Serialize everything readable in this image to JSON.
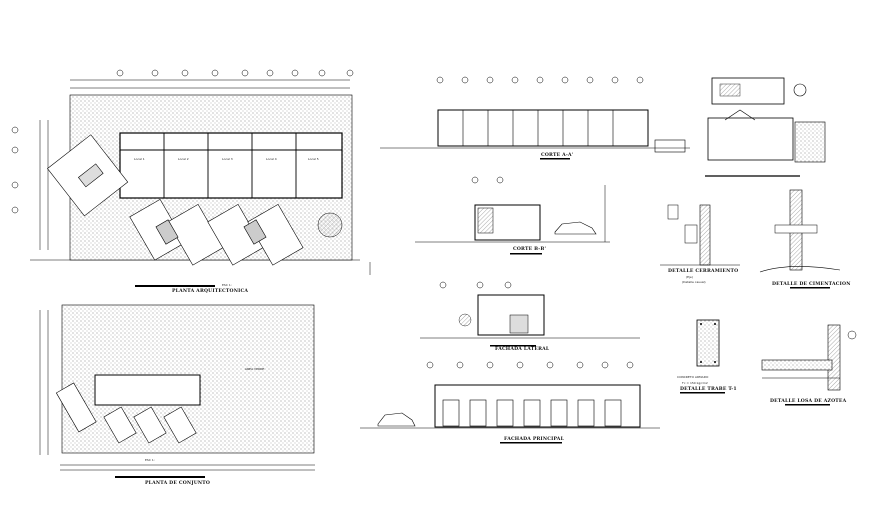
{
  "drawings": [
    {
      "id": "plan-top",
      "title": "PLANTA ARQUITECTONICA",
      "scale": "ESC 1:"
    },
    {
      "id": "plan-site",
      "title": "PLANTA DE CONJUNTO",
      "scale": "ESC 1:"
    },
    {
      "id": "section-aa",
      "title": "CORTE A-A'",
      "scale": ""
    },
    {
      "id": "section-bb",
      "title": "CORTE B-B'",
      "scale": ""
    },
    {
      "id": "facade-side",
      "title": "FACHADA LATERAL",
      "scale": ""
    },
    {
      "id": "facade-main",
      "title": "FACHADA PRINCIPAL",
      "scale": ""
    },
    {
      "id": "detail-wall",
      "title": "DETALLE CERRAMIENTO",
      "scale": "(Eje)",
      "note": "(Detalle casual)"
    },
    {
      "id": "detail-foundation",
      "title": "DETALLE DE CIMENTACION",
      "scale": ""
    },
    {
      "id": "detail-column",
      "title": "DETALLE TRABE T-1",
      "note1": "CONCRETO ARMADO",
      "note2": "f'c = 150 kg/cm2"
    },
    {
      "id": "detail-slab",
      "title": "DETALLE LOSA DE AZOTEA",
      "scale": ""
    }
  ],
  "unit_labels": [
    "Local 1",
    "Local 2",
    "Local 3",
    "Local 4",
    "Local 5"
  ],
  "site_label": "AREA VERDE",
  "colors": {
    "ink": "#000000",
    "hatch": "#9a9a9a",
    "paper": "#ffffff"
  }
}
